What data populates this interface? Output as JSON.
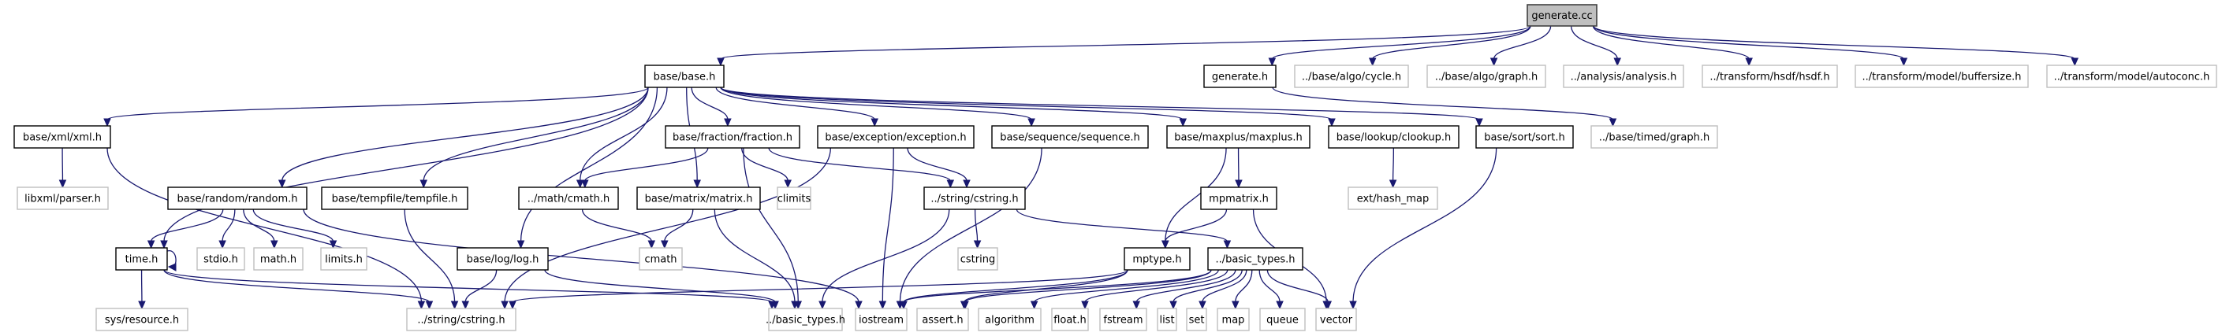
{
  "title": "generate.cc include dependency graph",
  "colors": {
    "edge": "#191970",
    "root_fill": "#bfbfbf",
    "local_border": "#000000",
    "system_border": "#bfbfbf"
  },
  "nodes": [
    {
      "id": "generate_cc",
      "label": "generate.cc",
      "kind": "root"
    },
    {
      "id": "base_h",
      "label": "base/base.h",
      "kind": "local"
    },
    {
      "id": "generate_h",
      "label": "generate.h",
      "kind": "local"
    },
    {
      "id": "cycle_h",
      "label": "../base/algo/cycle.h",
      "kind": "system"
    },
    {
      "id": "algo_graph_h",
      "label": "../base/algo/graph.h",
      "kind": "system"
    },
    {
      "id": "analysis_h",
      "label": "../analysis/analysis.h",
      "kind": "system"
    },
    {
      "id": "hsdf_h",
      "label": "../transform/hsdf/hsdf.h",
      "kind": "system"
    },
    {
      "id": "buffersize_h",
      "label": "../transform/model/buffersize.h",
      "kind": "system"
    },
    {
      "id": "autoconc_h",
      "label": "../transform/model/autoconc.h",
      "kind": "system"
    },
    {
      "id": "xml_h",
      "label": "base/xml/xml.h",
      "kind": "local"
    },
    {
      "id": "fraction_h",
      "label": "base/fraction/fraction.h",
      "kind": "local"
    },
    {
      "id": "exception_h",
      "label": "base/exception/exception.h",
      "kind": "local"
    },
    {
      "id": "sequence_h",
      "label": "base/sequence/sequence.h",
      "kind": "local"
    },
    {
      "id": "maxplus_h",
      "label": "base/maxplus/maxplus.h",
      "kind": "local"
    },
    {
      "id": "clookup_h",
      "label": "base/lookup/clookup.h",
      "kind": "local"
    },
    {
      "id": "sort_h",
      "label": "base/sort/sort.h",
      "kind": "local"
    },
    {
      "id": "timed_graph_h",
      "label": "../base/timed/graph.h",
      "kind": "system"
    },
    {
      "id": "libxml_parser_h",
      "label": "libxml/parser.h",
      "kind": "system"
    },
    {
      "id": "random_h",
      "label": "base/random/random.h",
      "kind": "local"
    },
    {
      "id": "tempfile_h",
      "label": "base/tempfile/tempfile.h",
      "kind": "local"
    },
    {
      "id": "math_cmath_h",
      "label": "../math/cmath.h",
      "kind": "local"
    },
    {
      "id": "matrix_h",
      "label": "base/matrix/matrix.h",
      "kind": "local"
    },
    {
      "id": "climits",
      "label": "climits",
      "kind": "system"
    },
    {
      "id": "string_cstring_h",
      "label": "../string/cstring.h",
      "kind": "local"
    },
    {
      "id": "mpmatrix_h",
      "label": "mpmatrix.h",
      "kind": "local"
    },
    {
      "id": "ext_hash_map",
      "label": "ext/hash_map",
      "kind": "system"
    },
    {
      "id": "time_h",
      "label": "time.h",
      "kind": "local"
    },
    {
      "id": "stdio_h",
      "label": "stdio.h",
      "kind": "system"
    },
    {
      "id": "math_h",
      "label": "math.h",
      "kind": "system"
    },
    {
      "id": "limits_h",
      "label": "limits.h",
      "kind": "system"
    },
    {
      "id": "log_h",
      "label": "base/log/log.h",
      "kind": "local"
    },
    {
      "id": "cmath",
      "label": "cmath",
      "kind": "system"
    },
    {
      "id": "cstring",
      "label": "cstring",
      "kind": "system"
    },
    {
      "id": "mptype_h",
      "label": "mptype.h",
      "kind": "local"
    },
    {
      "id": "basic_types_h",
      "label": "../basic_types.h",
      "kind": "local"
    },
    {
      "id": "sys_resource_h",
      "label": "sys/resource.h",
      "kind": "system"
    },
    {
      "id": "string_cstring_h2",
      "label": "../string/cstring.h",
      "kind": "system"
    },
    {
      "id": "basic_types_h2",
      "label": "../basic_types.h",
      "kind": "system"
    },
    {
      "id": "iostream",
      "label": "iostream",
      "kind": "system"
    },
    {
      "id": "assert_h",
      "label": "assert.h",
      "kind": "system"
    },
    {
      "id": "algorithm",
      "label": "algorithm",
      "kind": "system"
    },
    {
      "id": "float_h",
      "label": "float.h",
      "kind": "system"
    },
    {
      "id": "fstream",
      "label": "fstream",
      "kind": "system"
    },
    {
      "id": "list",
      "label": "list",
      "kind": "system"
    },
    {
      "id": "set",
      "label": "set",
      "kind": "system"
    },
    {
      "id": "map",
      "label": "map",
      "kind": "system"
    },
    {
      "id": "queue",
      "label": "queue",
      "kind": "system"
    },
    {
      "id": "vector",
      "label": "vector",
      "kind": "system"
    }
  ],
  "edges": [
    [
      "generate_cc",
      "base_h"
    ],
    [
      "generate_cc",
      "generate_h"
    ],
    [
      "generate_cc",
      "cycle_h"
    ],
    [
      "generate_cc",
      "algo_graph_h"
    ],
    [
      "generate_cc",
      "analysis_h"
    ],
    [
      "generate_cc",
      "hsdf_h"
    ],
    [
      "generate_cc",
      "buffersize_h"
    ],
    [
      "generate_cc",
      "autoconc_h"
    ],
    [
      "generate_h",
      "timed_graph_h"
    ],
    [
      "base_h",
      "xml_h"
    ],
    [
      "base_h",
      "fraction_h"
    ],
    [
      "base_h",
      "exception_h"
    ],
    [
      "base_h",
      "sequence_h"
    ],
    [
      "base_h",
      "maxplus_h"
    ],
    [
      "base_h",
      "clookup_h"
    ],
    [
      "base_h",
      "sort_h"
    ],
    [
      "base_h",
      "random_h"
    ],
    [
      "base_h",
      "tempfile_h"
    ],
    [
      "base_h",
      "math_cmath_h"
    ],
    [
      "base_h",
      "matrix_h"
    ],
    [
      "base_h",
      "log_h"
    ],
    [
      "base_h",
      "time_h"
    ],
    [
      "xml_h",
      "libxml_parser_h"
    ],
    [
      "xml_h",
      "string_cstring_h2"
    ],
    [
      "fraction_h",
      "math_cmath_h"
    ],
    [
      "fraction_h",
      "climits"
    ],
    [
      "fraction_h",
      "string_cstring_h"
    ],
    [
      "fraction_h",
      "basic_types_h2"
    ],
    [
      "exception_h",
      "string_cstring_h"
    ],
    [
      "exception_h",
      "string_cstring_h2"
    ],
    [
      "exception_h",
      "iostream"
    ],
    [
      "sequence_h",
      "iostream"
    ],
    [
      "maxplus_h",
      "mpmatrix_h"
    ],
    [
      "maxplus_h",
      "mptype_h"
    ],
    [
      "clookup_h",
      "ext_hash_map"
    ],
    [
      "sort_h",
      "vector"
    ],
    [
      "random_h",
      "time_h"
    ],
    [
      "random_h",
      "stdio_h"
    ],
    [
      "random_h",
      "math_h"
    ],
    [
      "random_h",
      "limits_h"
    ],
    [
      "random_h",
      "iostream"
    ],
    [
      "tempfile_h",
      "string_cstring_h2"
    ],
    [
      "math_cmath_h",
      "cmath"
    ],
    [
      "matrix_h",
      "cmath"
    ],
    [
      "matrix_h",
      "basic_types_h2"
    ],
    [
      "string_cstring_h",
      "cstring"
    ],
    [
      "string_cstring_h",
      "basic_types_h"
    ],
    [
      "string_cstring_h",
      "basic_types_h2"
    ],
    [
      "mpmatrix_h",
      "mptype_h"
    ],
    [
      "mpmatrix_h",
      "vector"
    ],
    [
      "time_h",
      "time_h"
    ],
    [
      "time_h",
      "sys_resource_h"
    ],
    [
      "time_h",
      "string_cstring_h2"
    ],
    [
      "time_h",
      "basic_types_h2"
    ],
    [
      "log_h",
      "string_cstring_h2"
    ],
    [
      "log_h",
      "basic_types_h2"
    ],
    [
      "mptype_h",
      "string_cstring_h2"
    ],
    [
      "mptype_h",
      "iostream"
    ],
    [
      "mptype_h",
      "assert_h"
    ],
    [
      "basic_types_h",
      "iostream"
    ],
    [
      "basic_types_h",
      "assert_h"
    ],
    [
      "basic_types_h",
      "algorithm"
    ],
    [
      "basic_types_h",
      "float_h"
    ],
    [
      "basic_types_h",
      "fstream"
    ],
    [
      "basic_types_h",
      "list"
    ],
    [
      "basic_types_h",
      "set"
    ],
    [
      "basic_types_h",
      "map"
    ],
    [
      "basic_types_h",
      "queue"
    ],
    [
      "basic_types_h",
      "vector"
    ]
  ]
}
